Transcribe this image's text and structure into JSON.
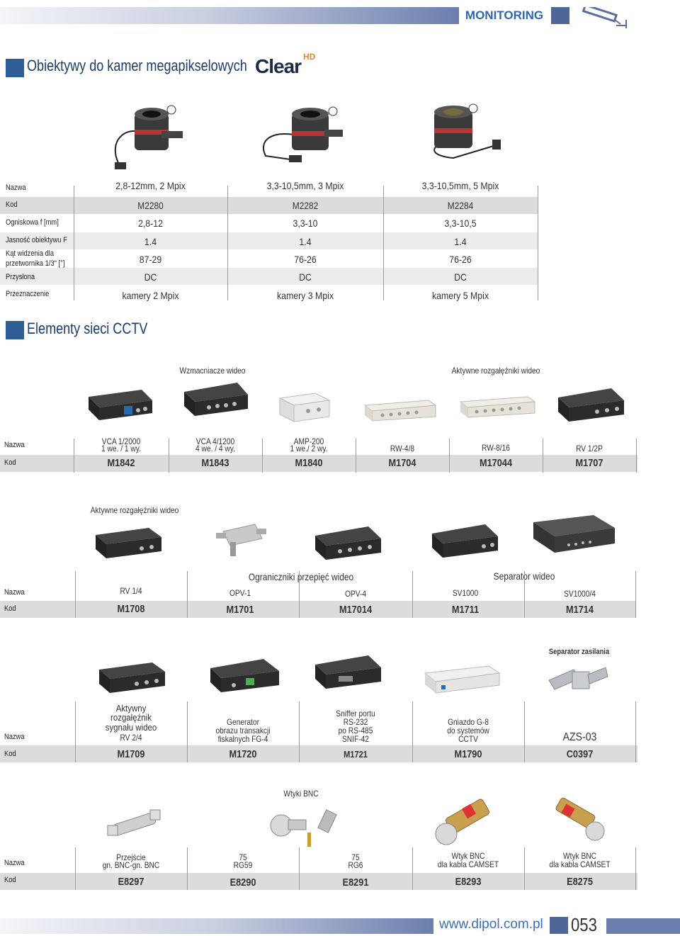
{
  "header": {
    "title": "MONITORING"
  },
  "lenses": {
    "title": "Obiektywy do kamer megapikselowych",
    "logo_text": "Clear",
    "logo_sup": "HD",
    "labels": [
      "Nazwa",
      "Kod",
      "Ogniskowa f [mm]",
      "Jasność obiektywu F",
      "Kąt widzenia dla przetwornika 1/3\" [°]",
      "Przysłona",
      "Przeznaczenie"
    ],
    "label_angle_1": "Kąt widzenia dla",
    "label_angle_2": "przetwornika 1/3\" [°]",
    "products": [
      {
        "name": "2,8-12mm, 2 Mpix",
        "code": "M2280",
        "focal": "2,8-12",
        "aperture": "1.4",
        "angle": "87-29",
        "iris": "DC",
        "purpose": "kamery 2 Mpix"
      },
      {
        "name": "3,3-10,5mm, 3 Mpix",
        "code": "M2282",
        "focal": "3,3-10",
        "aperture": "1.4",
        "angle": "76-26",
        "iris": "DC",
        "purpose": "kamery 3 Mpix"
      },
      {
        "name": "3,3-10,5mm, 5 Mpix",
        "code": "M2284",
        "focal": "3,3-10,5",
        "aperture": "1.4",
        "angle": "76-26",
        "iris": "DC",
        "purpose": "kamery 5 Mpix"
      }
    ]
  },
  "cctv": {
    "title": "Elementy sieci CCTV",
    "label_name": "Nazwa",
    "label_code": "Kod",
    "row1": {
      "group1": "Wzmacniacze wideo",
      "group2": "Aktywne rozgałęźniki wideo",
      "items": [
        {
          "name1": "VCA 1/2000",
          "name2": "1 we. / 1 wy.",
          "code": "M1842"
        },
        {
          "name1": "VCA 4/1200",
          "name2": "4 we. / 4 wy.",
          "code": "M1843"
        },
        {
          "name1": "AMP-200",
          "name2": "1 we./ 2 wy.",
          "code": "M1840"
        },
        {
          "name1": "RW-4/8",
          "name2": "",
          "code": "M1704"
        },
        {
          "name1": "RW-8/16",
          "name2": "",
          "code": "M17044"
        },
        {
          "name1": "RV 1/2P",
          "name2": "",
          "code": "M1707"
        }
      ]
    },
    "row2": {
      "group1": "Aktywne rozgałęźniki wideo",
      "group2": "Ograniczniki przepięć wideo",
      "group3": "Separator wideo",
      "items": [
        {
          "name": "RV 1/4",
          "code": "M1708"
        },
        {
          "name": "OPV-1",
          "code": "M1701"
        },
        {
          "name": "OPV-4",
          "code": "M17014"
        },
        {
          "name": "SV1000",
          "code": "M1711"
        },
        {
          "name": "SV1000/4",
          "code": "M1714"
        }
      ]
    },
    "row3": {
      "group1": "Separator zasilania",
      "items": [
        {
          "lines": [
            "Aktywny",
            "rozgałęźnik",
            "sygnału wideo",
            "RV 2/4"
          ],
          "code": "M1709"
        },
        {
          "lines": [
            "Generator",
            "obrazu transakcji",
            "fiskalnych FG-4"
          ],
          "code": "M1720"
        },
        {
          "lines": [
            "Sniffer portu",
            "RS-232",
            "po RS-485",
            "SNIF-42"
          ],
          "code": "M1721"
        },
        {
          "lines": [
            "Gniazdo G-8",
            "do systemów",
            "CCTV"
          ],
          "code": "M1790"
        },
        {
          "lines": [
            "AZS-03"
          ],
          "code": "C0397"
        }
      ]
    },
    "row4": {
      "group1": "Wtyki BNC",
      "items": [
        {
          "lines": [
            "Przejście",
            "gn. BNC-gn. BNC"
          ],
          "code": "E8297"
        },
        {
          "lines": [
            "75",
            "RG59"
          ],
          "code": "E8290"
        },
        {
          "lines": [
            "75",
            "RG6"
          ],
          "code": "E8291"
        },
        {
          "lines": [
            "Wtyk BNC",
            "dla kabla CAMSET"
          ],
          "code": "E8293"
        },
        {
          "lines": [
            "Wtyk BNC",
            "dla kabla CAMSET"
          ],
          "code": "E8275"
        }
      ]
    }
  },
  "footer": {
    "url": "www.dipol.com.pl",
    "page": "053"
  },
  "colors": {
    "accent": "#2f67b0",
    "square": "#2f5d98",
    "band": "#dcdcdc"
  }
}
